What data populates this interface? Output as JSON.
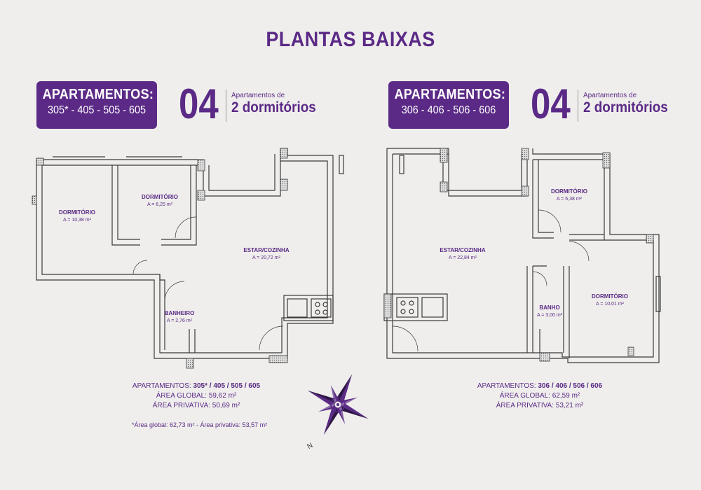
{
  "page_title": "PLANTAS BAIXAS",
  "left": {
    "badge_title": "APARTAMENTOS:",
    "badge_units": "305* - 405 - 505 - 605",
    "count": "04",
    "count_caption": "Apartamentos de",
    "count_type": "2 dormitórios",
    "rooms": [
      {
        "name": "DORMITÓRIO",
        "area": "A = 10,38 m²"
      },
      {
        "name": "DORMITÓRIO",
        "area": "A = 6,25 m²"
      },
      {
        "name": "ESTAR/COZINHA",
        "area": "A = 20,72 m²"
      },
      {
        "name": "BANHEIRO",
        "area": "A = 2,76 m²"
      }
    ],
    "info_label": "APARTAMENTOS:",
    "info_units": "305* / 405 / 505 / 605",
    "area_global": "ÁREA GLOBAL: 59,62 m²",
    "area_privativa": "ÁREA PRIVATIVA: 50,69 m²",
    "footnote": "*Área global: 62,73 m² - Área privativa: 53,57 m²"
  },
  "right": {
    "badge_title": "APARTAMENTOS:",
    "badge_units": "306 - 406 - 506 - 606",
    "count": "04",
    "count_caption": "Apartamentos de",
    "count_type": "2 dormitórios",
    "rooms": [
      {
        "name": "DORMITÓRIO",
        "area": "A = 6,38 m²"
      },
      {
        "name": "ESTAR/COZINHA",
        "area": "A = 22,84 m²"
      },
      {
        "name": "DORMITÓRIO",
        "area": "A = 10,01 m²"
      },
      {
        "name": "BANHO",
        "area": "A = 3,00 m²"
      }
    ],
    "info_label": "APARTAMENTOS:",
    "info_units": "306 / 406 / 506 / 606",
    "area_global": "ÁREA GLOBAL: 62,59 m²",
    "area_privativa": "ÁREA PRIVATIVA: 53,21 m²"
  },
  "compass_label": "N",
  "colors": {
    "brand": "#5b2a86",
    "wall": "#3a3a3a",
    "background": "#efeeec"
  }
}
